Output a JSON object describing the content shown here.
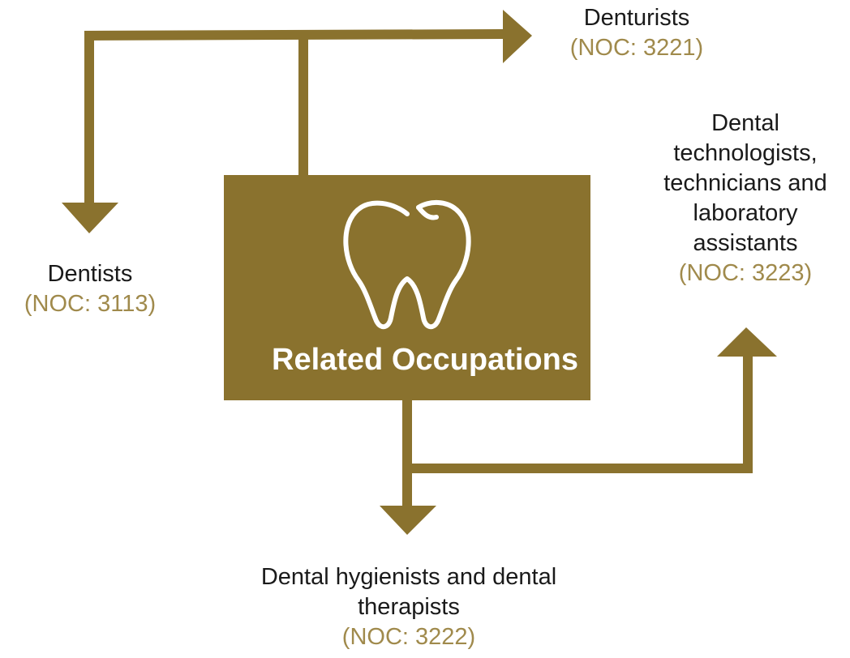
{
  "center": {
    "title": "Related Occupations",
    "icon": "tooth-icon"
  },
  "colors": {
    "accent": "#8a722e",
    "noc_text": "#a08a4c",
    "label_text": "#1a1a1a"
  },
  "occupations": {
    "denturists": {
      "name": "Denturists",
      "noc": "(NOC: 3221)"
    },
    "dentists": {
      "name": "Dentists",
      "noc": "(NOC: 3113)"
    },
    "technologists": {
      "name": "Dental technologists, technicians and laboratory assistants",
      "noc": "(NOC: 3223)"
    },
    "hygienists": {
      "name": "Dental hygienists and dental therapists",
      "noc": "(NOC: 3222)"
    }
  }
}
